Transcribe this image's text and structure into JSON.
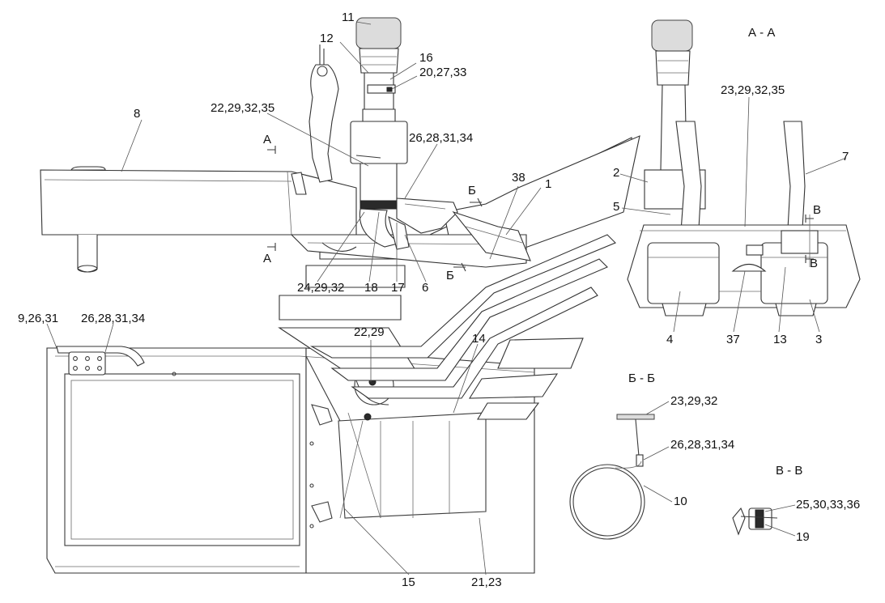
{
  "labels": {
    "l11": "11",
    "l12": "12",
    "l16": "16",
    "l20": "20,27,33",
    "l8": "8",
    "l22a": "22,29,32,35",
    "lA1": "A",
    "lA2": "A",
    "l26a": "26,28,31,34",
    "l38": "38",
    "l1": "1",
    "lB1": "Б",
    "lB2": "Б",
    "l24": "24,29,32",
    "l18": "18",
    "l17": "17",
    "l6": "6",
    "l9": "9,26,31",
    "l26b": "26,28,31,34",
    "l22b": "22,29",
    "l14": "14",
    "l15": "15",
    "l21": "21,23",
    "sAA": "А - А",
    "l23a": "23,29,32,35",
    "l7": "7",
    "l2": "2",
    "l5": "5",
    "lV1": "В",
    "lV2": "В",
    "l4": "4",
    "l37": "37",
    "l13": "13",
    "l3": "3",
    "sBB": "Б - Б",
    "l23b": "23,29,32",
    "l26c": "26,28,31,34",
    "l10": "10",
    "sVV": "В - В",
    "l25": "25,30,33,36",
    "l19": "19"
  }
}
